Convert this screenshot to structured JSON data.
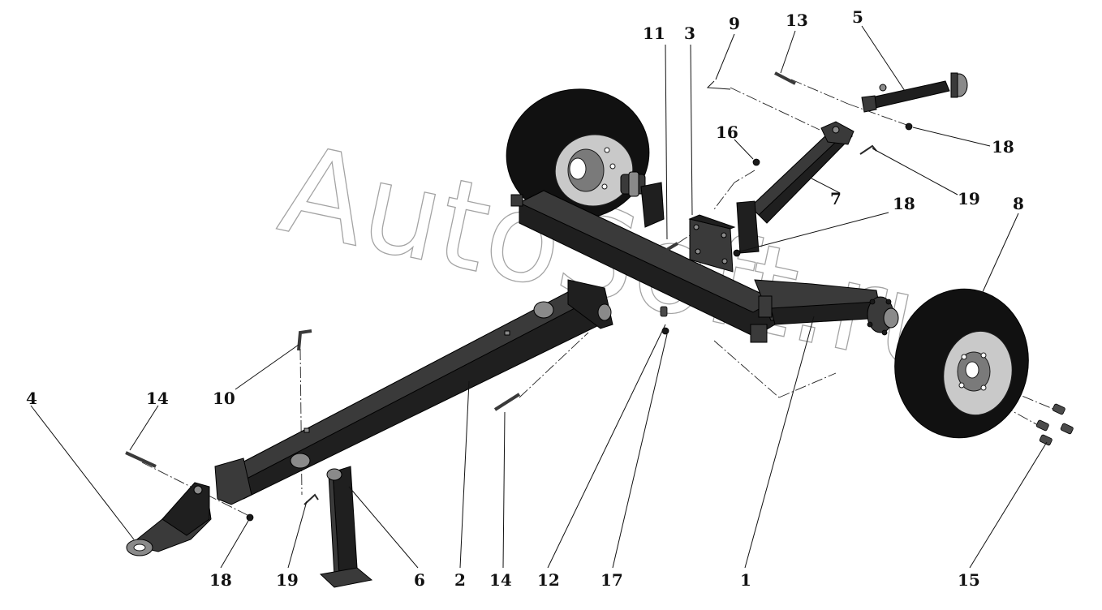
{
  "watermark": {
    "text": "AutoSoft.ru",
    "color": "#9a9a9a"
  },
  "callouts": {
    "top": [
      "11",
      "3",
      "9",
      "13",
      "5"
    ],
    "right_upper": [
      "16",
      "18",
      "19",
      "7",
      "18",
      "8"
    ],
    "left": [
      "4",
      "14",
      "10"
    ],
    "bottom": [
      "18",
      "19",
      "6",
      "2",
      "14",
      "12",
      "17",
      "1",
      "15"
    ]
  },
  "parts": {
    "wheel_left": "wheel-icon",
    "wheel_right": "wheel-icon",
    "axle_beam": "beam-icon",
    "drawbar": "drawbar-icon",
    "hitch_eye": "hitch-icon",
    "support_stand": "stand-icon",
    "brace_arm": "brace-icon",
    "upper_link": "link-icon"
  }
}
